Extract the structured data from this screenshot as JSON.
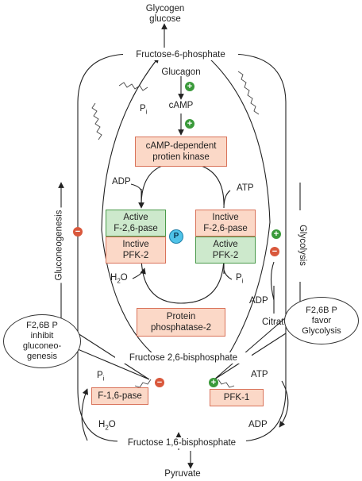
{
  "nodes": {
    "glycogen": "Glycogen",
    "glucose": "glucose",
    "f6p": "Fructose-6-phosphate",
    "glucagon": "Glucagon",
    "camp": "cAMP",
    "pka_line1": "cAMP-dependent",
    "pka_line2": "protien kinase",
    "adp_top": "ADP",
    "atp_top": "ATP",
    "pi_top": "P",
    "active_f26_line1": "Active",
    "active_f26_line2": "F-2,6-pase",
    "inactive_pfk2_line1": "Inctive",
    "inactive_pfk2_line2": "PFK-2",
    "inactive_f26_line1": "Inctive",
    "inactive_f26_line2": "F-2,6-pase",
    "active_pfk2_line1": "Active",
    "active_pfk2_line2": "PFK-2",
    "phospho_p": "P",
    "h2o_mid": "H",
    "pi_mid": "P",
    "adp_mid": "ADP",
    "citrate": "Citrate",
    "pp2_line1": "Protein",
    "pp2_line2": "phosphatase-2",
    "f26bp": "Fructose 2,6-bisphosphate",
    "pi_low": "P",
    "f16pase": "F-1,6-pase",
    "pfk1": "PFK-1",
    "atp_low": "ATP",
    "h2o_low": "H",
    "adp_low": "ADP",
    "f16bp": "Fructose 1,6-bisphosphate",
    "pyruvate": "Pyruvate",
    "gluconeogenesis": "Gluconeogenesis",
    "glycolysis": "Glycolysis",
    "sub_i": "i",
    "sub_2": "2",
    "o": "O"
  },
  "callouts": {
    "left_line1": "F2,6B P",
    "left_line2": "inhibit",
    "left_line3": "gluconeo-",
    "left_line4": "genesis",
    "right_line1": "F2,6B P",
    "right_line2": "favor",
    "right_line3": "Glycolysis"
  },
  "colors": {
    "box_fill": "#fbd8c7",
    "green_fill": "#cde9cc",
    "plus": "#3a9a3a",
    "minus": "#d9583c",
    "phosphate": "#4fc3e8"
  }
}
